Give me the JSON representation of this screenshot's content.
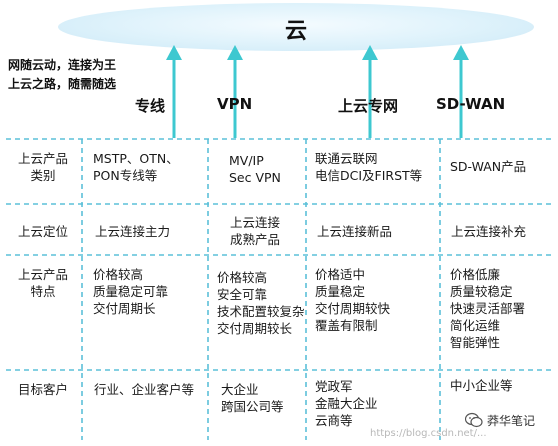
{
  "cloud": {
    "title": "云"
  },
  "slogan": {
    "line1": "网随云动，连接为王",
    "line2": "上云之路，随需随选"
  },
  "categories": [
    "专线",
    "VPN",
    "上云专网",
    "SD-WAN"
  ],
  "rows": [
    {
      "header": [
        "上云产品",
        "类别"
      ],
      "cells": [
        [
          "MSTP、OTN、",
          "PON专线等"
        ],
        [
          "MV/IP",
          "Sec VPN"
        ],
        [
          "联通云联网",
          "电信DCI及FIRST等"
        ],
        [
          "SD-WAN产品"
        ]
      ]
    },
    {
      "header": [
        "上云定位"
      ],
      "cells": [
        [
          "上云连接主力"
        ],
        [
          "上云连接",
          "成熟产品"
        ],
        [
          "上云连接新品"
        ],
        [
          "上云连接补充"
        ]
      ]
    },
    {
      "header": [
        "上云产品",
        "特点"
      ],
      "cells": [
        [
          "价格较高",
          "质量稳定可靠",
          "交付周期长"
        ],
        [
          "价格较高",
          "安全可靠",
          "技术配置较复杂",
          "交付周期较长"
        ],
        [
          "价格适中",
          "质量稳定",
          "交付周期较快",
          "覆盖有限制"
        ],
        [
          "价格低廉",
          "质量较稳定",
          "快速灵活部署",
          "简化运维",
          "智能弹性"
        ]
      ]
    },
    {
      "header": [
        "目标客户"
      ],
      "cells": [
        [
          "行业、企业客户等"
        ],
        [
          "大企业",
          "跨国公司等"
        ],
        [
          "党政军",
          "金融大企业",
          "云商等"
        ],
        [
          "中小企业等"
        ]
      ]
    }
  ],
  "watermark": {
    "name": "莽华笔记",
    "url": "https://blog.csdn.net/..."
  },
  "colors": {
    "arrow": "#3ec8d0",
    "divider": "#5bc0d8",
    "cloud": "#d9f0fa"
  }
}
